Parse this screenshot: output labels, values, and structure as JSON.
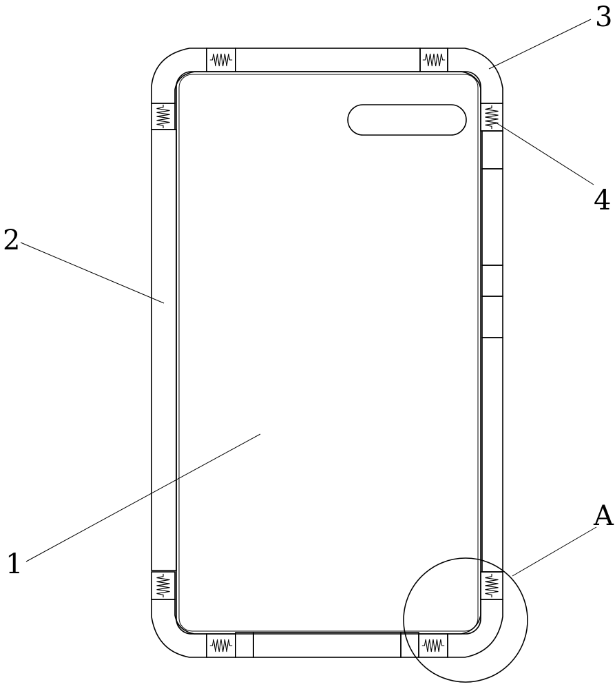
{
  "figure": {
    "labels": {
      "phone_body": "1",
      "side_frame": "2",
      "corner_bumper": "3",
      "spring": "4",
      "detail_a": "A"
    },
    "colors": {
      "stroke": "#000000",
      "background": "#ffffff"
    },
    "icons": {
      "spring": "spring-coil-icon",
      "hatch": "hatched-section-pattern"
    }
  }
}
